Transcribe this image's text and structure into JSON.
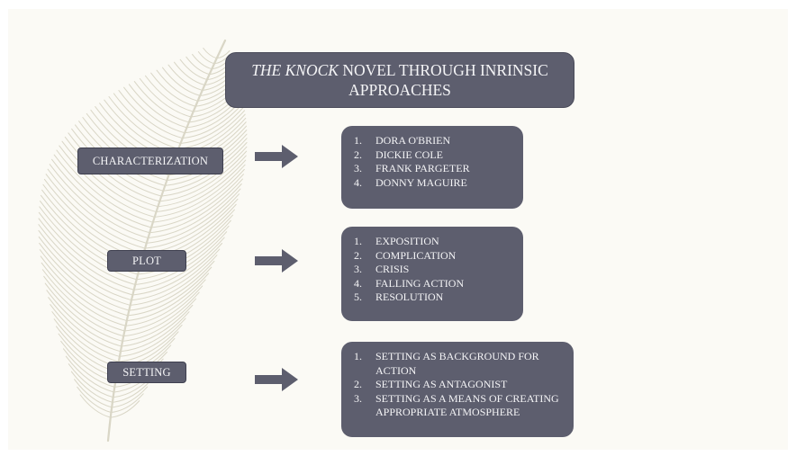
{
  "title": {
    "italic_part": "THE KNOCK",
    "rest": " NOVEL THROUGH INRINSIC APPROACHES"
  },
  "sections": [
    {
      "label": "CHARACTERIZATION",
      "items": [
        "1.",
        "DORA O'BRIEN",
        "2.",
        "DICKIE COLE",
        "3.",
        "FRANK PARGETER",
        "4.",
        "DONNY MAGUIRE"
      ]
    },
    {
      "label": "PLOT",
      "items": [
        "1.",
        "EXPOSITION",
        "2.",
        "COMPLICATION",
        "3.",
        "CRISIS",
        "4.",
        "FALLING ACTION",
        "5.",
        "RESOLUTION"
      ]
    },
    {
      "label": "SETTING",
      "items": [
        "1.",
        "SETTING AS BACKGROUND FOR ACTION",
        "2.",
        "SETTING AS ANTAGONIST",
        "3.",
        "SETTING AS A MEANS OF CREATING APPROPRIATE ATMOSPHERE"
      ]
    }
  ],
  "colors": {
    "box": "#5d5e6e",
    "box_text": "#f4f4f6",
    "background": "#fbfaf5",
    "feather": "#d9d6c6"
  },
  "decoration": {
    "icon": "feather-icon"
  }
}
